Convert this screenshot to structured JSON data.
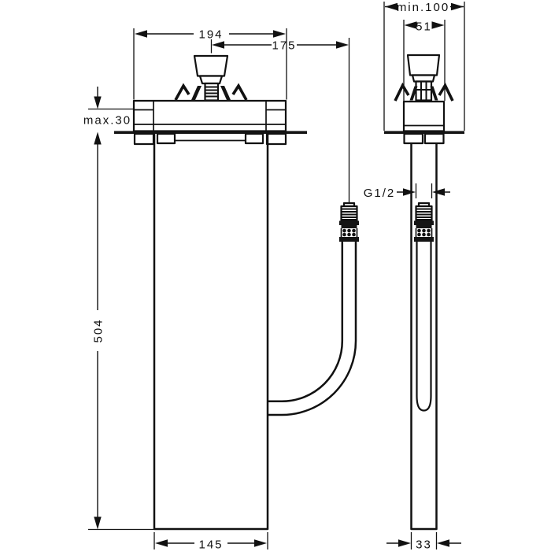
{
  "page": {
    "background": "#ffffff",
    "ink": "#111111"
  },
  "diagram": {
    "type": "plumbing-installation-technical-drawing",
    "labels": {
      "flange_width": "194",
      "center_to_hose": "175",
      "min_depth": "min.100",
      "plate_width": "51",
      "max_wall_thickness": "max.30",
      "body_length": "504",
      "thread_size": "G1/2",
      "body_width": "145",
      "body_depth": "33"
    }
  }
}
